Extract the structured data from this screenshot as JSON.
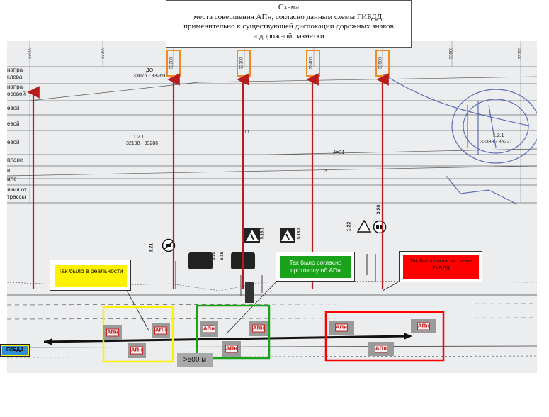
{
  "title": {
    "lines": [
      "Схема",
      "места совершения АПн, согласно данным схемы ГИБДД,",
      "применительно к существующей дислокации дорожных знаков",
      "и дорожной разметки"
    ]
  },
  "row_labels": [
    "напра-",
    "клева",
    "напра-",
    "осевой",
    "евой",
    "евой",
    "евой",
    "плане",
    "в",
    "иле",
    "яния от",
    "трассы"
  ],
  "chainage_ticks": [
    "33000",
    "33100",
    "33200",
    "33300",
    "33400",
    "33500",
    "33600",
    "33700"
  ],
  "boxed_ticks": [
    "33200",
    "33300",
    "33400",
    "33500"
  ],
  "markings": {
    "do_label": "ДО",
    "do_range": "33075 - 33260",
    "m121_a": "1.2.1",
    "m121_a_range": "32198 - 33286",
    "m11": "1.1",
    "m121_b": "1.2.1",
    "m121_b_range": "33338 - 35227",
    "a_value": "А=31",
    "row3": "3"
  },
  "signs": {
    "s321": "3.21",
    "s5161": "5.16",
    "s5162": "5.16",
    "s5181": "5.18.1",
    "s5182": "5.18.2",
    "s122": "1.22",
    "s320": "3.20"
  },
  "boxes": {
    "reality": "Так было в реальности",
    "protocol": "Так было согласно протоколу об АПн",
    "gibdd": "Так было согласно схеме ГИБДД"
  },
  "marker_label": "АПн",
  "gibdd_badge": "ГИБДД",
  "distance_label": ">500 м",
  "colors": {
    "yellow": "#fff200",
    "green": "#1aa31a",
    "red": "#ff0000",
    "arrow": "#b71c1c",
    "orange": "#f08a24",
    "stamp": "#3b4fa8",
    "badge_fill": "#2e8fd6"
  }
}
